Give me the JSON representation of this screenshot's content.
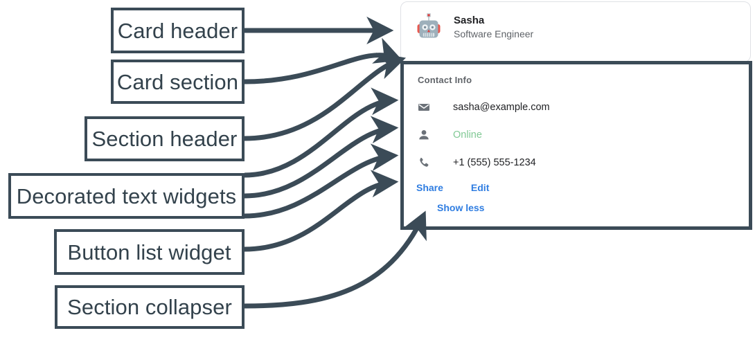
{
  "annotations": [
    {
      "id": "card-header",
      "label": "Card header"
    },
    {
      "id": "card-section",
      "label": "Card section"
    },
    {
      "id": "section-header",
      "label": "Section header"
    },
    {
      "id": "decorated-text",
      "label": "Decorated text widgets"
    },
    {
      "id": "button-list",
      "label": "Button list widget"
    },
    {
      "id": "section-collapser",
      "label": "Section collapser"
    }
  ],
  "card": {
    "header": {
      "avatar_icon": "robot-avatar-icon",
      "title": "Sasha",
      "subtitle": "Software Engineer"
    },
    "section": {
      "title": "Contact Info",
      "rows": [
        {
          "icon": "email-icon",
          "text": "sasha@example.com",
          "style": "normal"
        },
        {
          "icon": "person-icon",
          "text": "Online",
          "style": "green"
        },
        {
          "icon": "phone-icon",
          "text": "+1 (555) 555-1234",
          "style": "normal"
        }
      ],
      "buttons": [
        {
          "label": "Share"
        },
        {
          "label": "Edit"
        }
      ],
      "collapser": {
        "label": "Show less"
      }
    }
  },
  "colors": {
    "annotation_stroke": "#3b4b57",
    "annotation_text": "#33424c",
    "link_blue": "#2f7de1",
    "status_green": "#81c995",
    "muted_gray": "#5f6368",
    "card_border": "#dfe1e5",
    "page_background": "#ffffff"
  }
}
